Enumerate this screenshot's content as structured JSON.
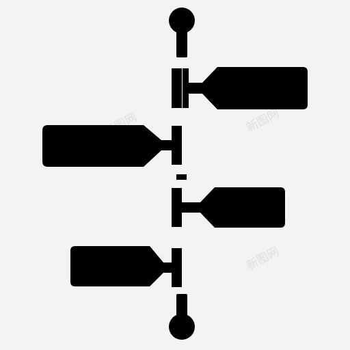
{
  "icon": {
    "name": "timeline-signpost-icon",
    "fill_color": "#000000",
    "background_color": "#f3f3f3",
    "signs": [
      {
        "side": "right"
      },
      {
        "side": "left"
      },
      {
        "side": "right"
      },
      {
        "side": "left"
      }
    ]
  },
  "watermark": {
    "text": "新图网"
  }
}
